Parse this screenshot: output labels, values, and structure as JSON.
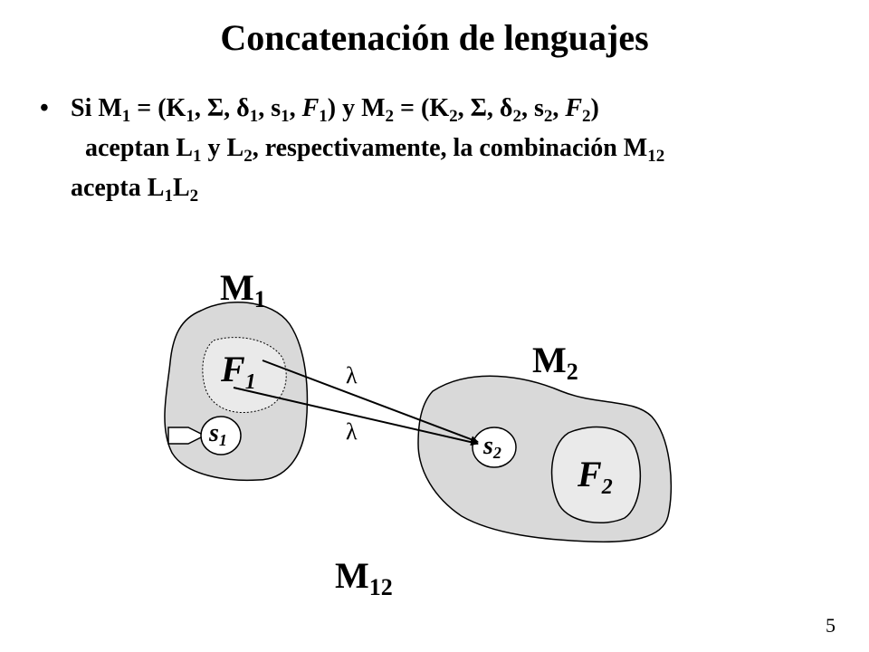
{
  "slide": {
    "title": "Concatenación de lenguajes",
    "page_number": "5"
  },
  "bullet": {
    "marker": "•",
    "line1": {
      "t1": "Si M",
      "s1": "1",
      "t2": " = (K",
      "s2": "1",
      "t3": ", Σ, δ",
      "s3": "1",
      "t4": ", s",
      "s4": "1",
      "t5": ", ",
      "f": "F",
      "s5": "1",
      "t6": ") y M",
      "s6": "2",
      "t7": " = (K",
      "s7": "2",
      "t8": ", Σ, δ",
      "s8": "2",
      "t9": ", s",
      "s9": "2",
      "t10": ", ",
      "f2": "F",
      "s10": "2",
      "t11": ")"
    },
    "line2": {
      "t1": "aceptan L",
      "s1": "1",
      "t2": " y L",
      "s2": "2",
      "t3": ", respectivamente, la combinación M",
      "s3": "12"
    },
    "line3": {
      "t1": "acepta L",
      "s1": "1",
      "t2": "L",
      "s2": "2"
    }
  },
  "diagram": {
    "m1_label": {
      "base": "M",
      "sub": "1"
    },
    "m2_label": {
      "base": "M",
      "sub": "2"
    },
    "m12_label": {
      "base": "M",
      "sub": "12"
    },
    "f1_label": {
      "base": "F",
      "sub": "1"
    },
    "f2_label": {
      "base": "F",
      "sub": "2"
    },
    "s1_label": {
      "base": "s",
      "sub": "1"
    },
    "s2_label": {
      "base": "s",
      "sub": "2"
    },
    "lambda_top": "λ",
    "lambda_bottom": "λ",
    "colors": {
      "region_fill": "#d9d9d9",
      "inner_fill": "#eaeaea",
      "state_fill": "#ffffff",
      "stroke": "#000000"
    }
  }
}
